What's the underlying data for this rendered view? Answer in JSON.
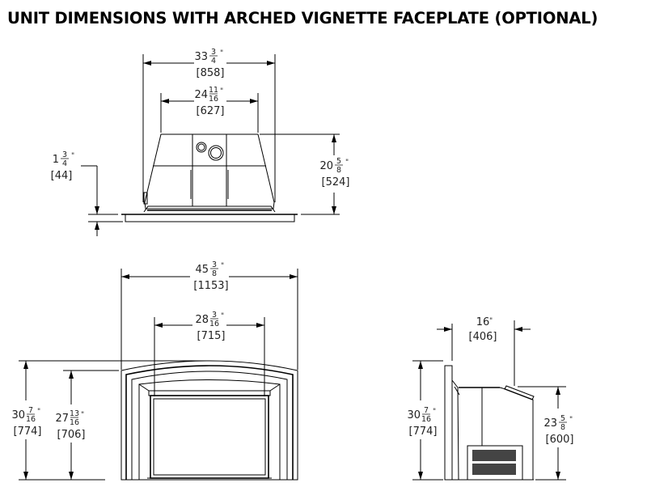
{
  "title": "UNIT DIMENSIONS WITH ARCHED VIGNETTE FACEPLATE (OPTIONAL)",
  "inch_mark": "\"",
  "dims": [
    {
      "id": "top-overall-width",
      "whole": "33",
      "num": "3",
      "den": "4",
      "mm": "[858]"
    },
    {
      "id": "top-inner-width",
      "whole": "24",
      "num": "11",
      "den": "16",
      "mm": "[627]"
    },
    {
      "id": "top-depth",
      "whole": "20",
      "num": "5",
      "den": "8",
      "mm": "[524]"
    },
    {
      "id": "flange-thickness",
      "whole": "1",
      "num": "3",
      "den": "4",
      "mm": "[44]"
    },
    {
      "id": "front-overall-width",
      "whole": "45",
      "num": "3",
      "den": "8",
      "mm": "[1153]"
    },
    {
      "id": "front-opening-width",
      "whole": "28",
      "num": "3",
      "den": "16",
      "mm": "[715]"
    },
    {
      "id": "front-overall-height",
      "whole": "30",
      "num": "7",
      "den": "16",
      "mm": "[774]"
    },
    {
      "id": "front-opening-height",
      "whole": "27",
      "num": "13",
      "den": "16",
      "mm": "[706]"
    },
    {
      "id": "side-depth",
      "whole": "16",
      "num": "",
      "den": "",
      "mm": "[406]"
    },
    {
      "id": "side-overall-height",
      "whole": "30",
      "num": "7",
      "den": "16",
      "mm": "[774]"
    },
    {
      "id": "side-body-height",
      "whole": "23",
      "num": "5",
      "den": "8",
      "mm": "[600]"
    }
  ]
}
